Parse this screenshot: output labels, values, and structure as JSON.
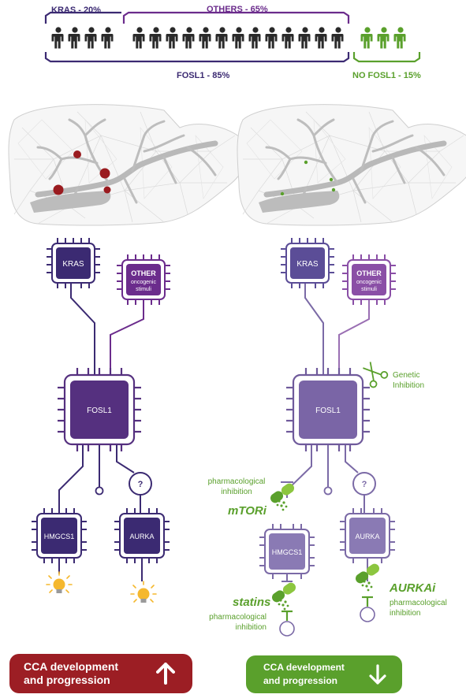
{
  "header": {
    "kras_label": "KRAS - 20%",
    "others_label": "OTHERS - 65%",
    "fosl1_label": "FOSL1 - 85%",
    "no_fosl1_label": "NO FOSL1 - 15%"
  },
  "left": {
    "kras": "KRAS",
    "other_title": "OTHER",
    "other_sub1": "oncogenic",
    "other_sub2": "stimuli",
    "fosl1": "FOSL1",
    "question": "?",
    "hmgcs1": "HMGCS1",
    "aurka": "AURKA",
    "outcome_line1": "CCA development",
    "outcome_line2": "and progression"
  },
  "right": {
    "kras": "KRAS",
    "other_title": "OTHER",
    "other_sub1": "oncogenic",
    "other_sub2": "stimuli",
    "fosl1": "FOSL1",
    "question": "?",
    "hmgcs1": "HMGCS1",
    "aurka": "AURKA",
    "genetic_line1": "Genetic",
    "genetic_line2": "Inhibition",
    "pharm_top_line1": "pharmacological",
    "pharm_top_line2": "inhibition",
    "mtori": "mTORi",
    "statins": "statins",
    "pharm_statins_line1": "pharmacological",
    "pharm_statins_line2": "inhibition",
    "aurkai": "AURKAi",
    "pharm_aurka_line1": "pharmacological",
    "pharm_aurka_line2": "inhibition",
    "outcome_line1": "CCA development",
    "outcome_line2": "and progression"
  },
  "counts": {
    "kras_people": 4,
    "others_people": 13,
    "no_fosl1_people": 3
  },
  "colors": {
    "kras_purple": "#3b2a72",
    "other_purple": "#6b2c8c",
    "fosl1_purple": "#55307f",
    "pale_purple": "#7b6aa6",
    "green": "#5aa02c",
    "red_button": "#9c1e24",
    "tumor_red": "#9a1b1f",
    "bulb_yellow": "#f5b82e"
  },
  "icons": {
    "person": "person-icon",
    "bulb": "lightbulb-icon",
    "scissors": "scissors-icon",
    "pill": "capsule-icon",
    "arrow_up": "arrow-up-icon",
    "arrow_down": "arrow-down-icon"
  }
}
